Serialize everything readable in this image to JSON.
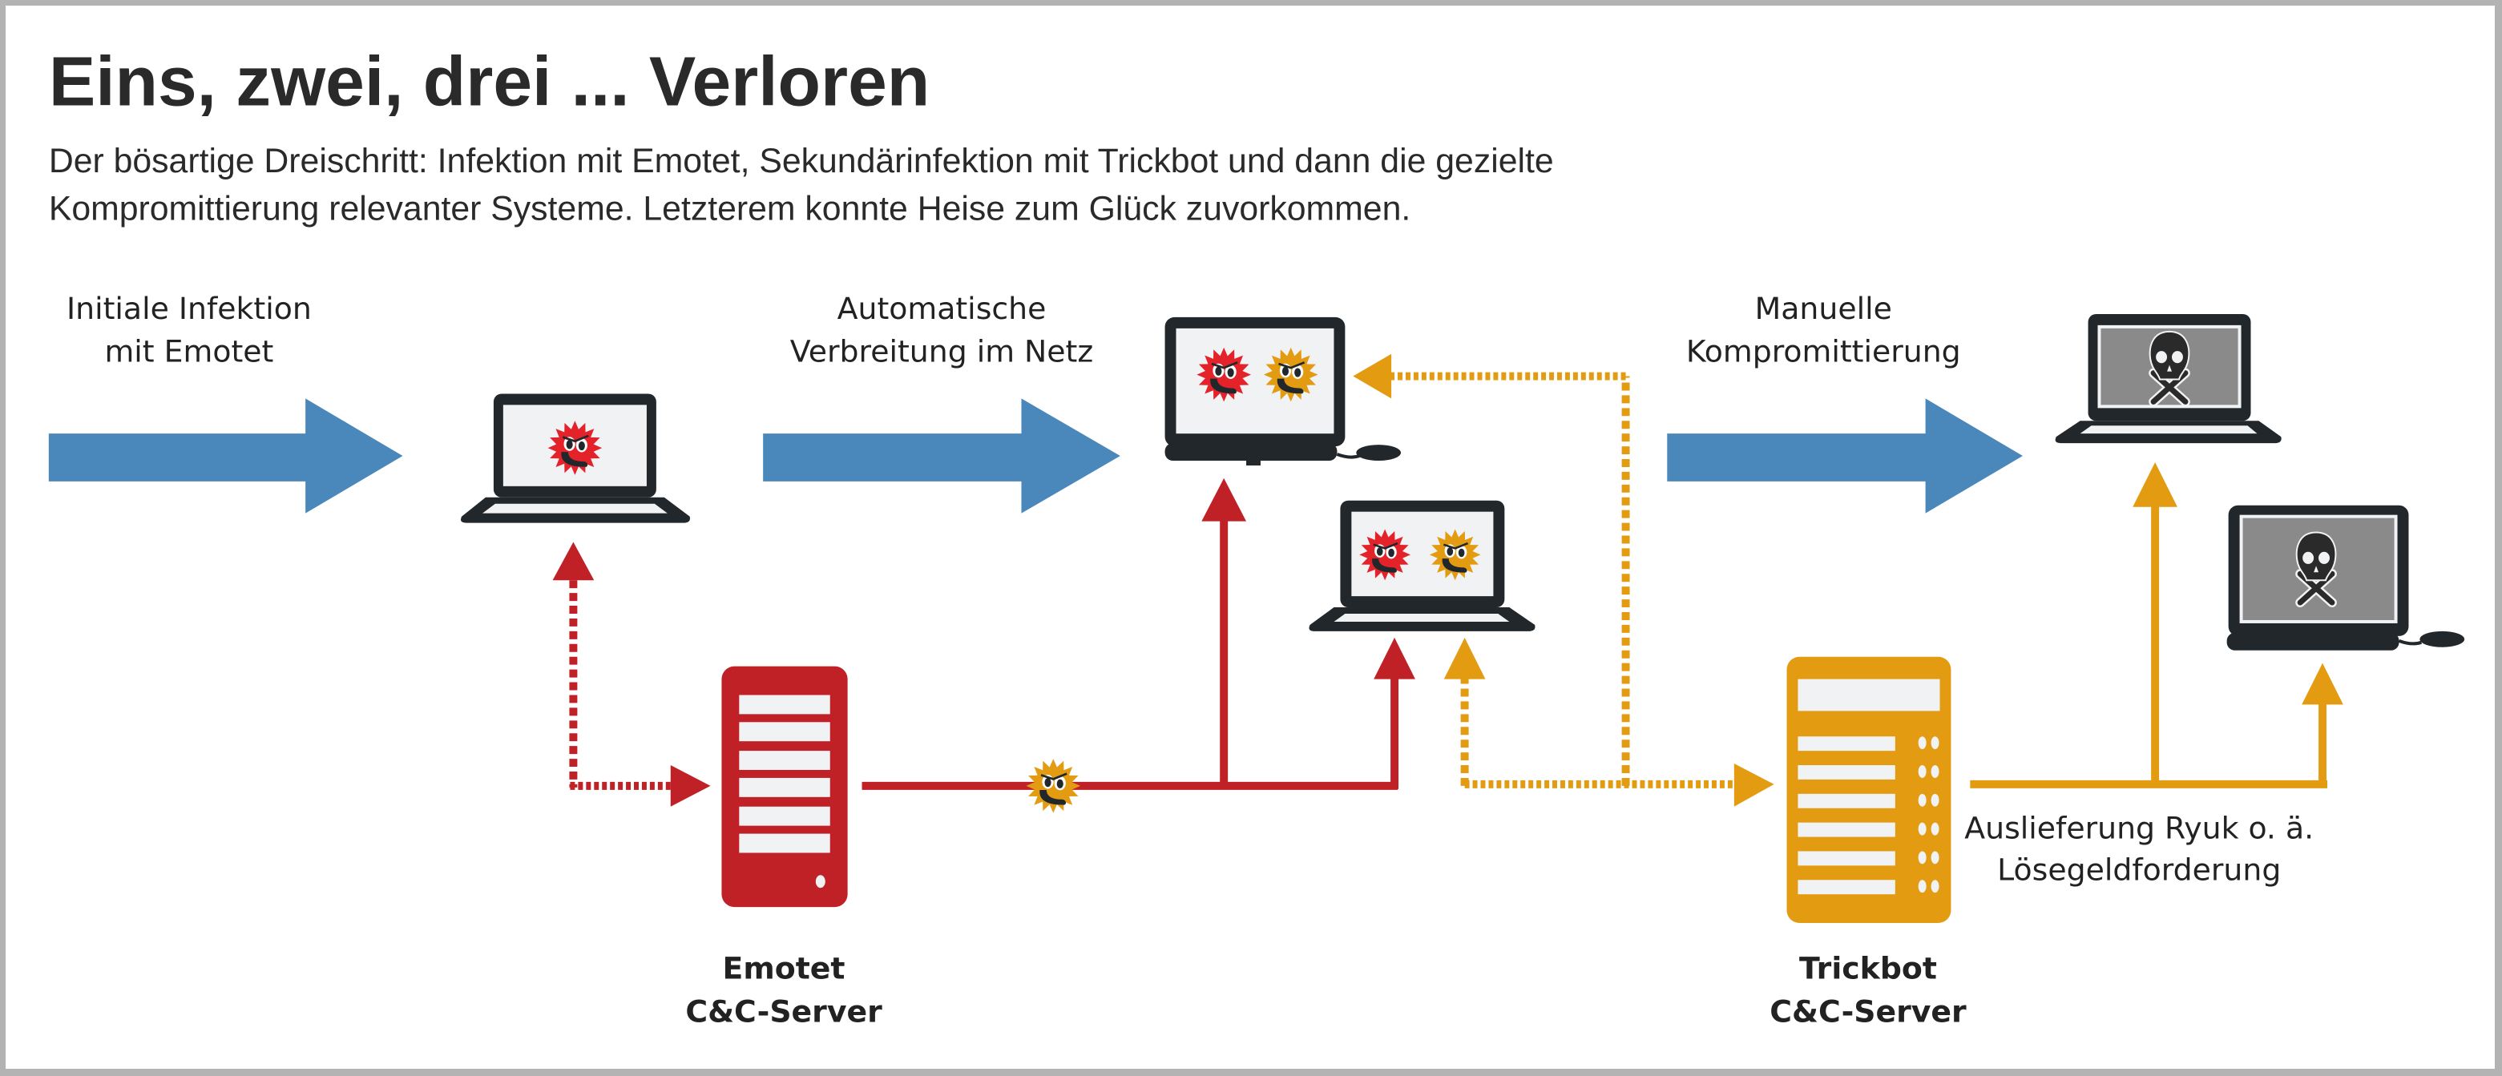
{
  "header": {
    "title": "Eins, zwei, drei ... Verloren",
    "subtitle_lines": [
      "Der bösartige Dreischritt: Infektion mit Emotet, Sekundärinfektion mit Trickbot und dann die gezielte",
      "Kompromittierung relevanter Systeme. Letzterem konnte Heise zum Glück zuvorkommen."
    ]
  },
  "steps": [
    {
      "lines": [
        "Initiale Infektion",
        "mit Emotet"
      ]
    },
    {
      "lines": [
        "Automatische",
        "Verbreitung im Netz"
      ]
    },
    {
      "lines": [
        "Manuelle",
        "Kompromittierung"
      ]
    }
  ],
  "servers": {
    "emotet": {
      "lines": [
        "Emotet",
        "C&C-Server"
      ]
    },
    "trickbot": {
      "lines": [
        "Trickbot",
        "C&C-Server"
      ]
    }
  },
  "delivery_note": {
    "lines": [
      "Auslieferung Ryuk o. ä.",
      "Lösegeldforderung"
    ]
  },
  "icons": {
    "step_arrow": "blue-right-arrow",
    "infected_laptop": "laptop-emotet-icon",
    "infected_desktop": "desktop-emotet-trickbot-icon",
    "compromised_device": "skull-crossbones-icon",
    "emotet_virus": "red-virus-icon",
    "trickbot_virus": "orange-virus-icon",
    "server": "server-icon"
  },
  "colors": {
    "step_arrow": "#4a87bb",
    "emotet": "#c02126",
    "emotet_virus": "#e3222a",
    "trickbot": "#e39c12",
    "device_dark": "#21272a",
    "screen": "#f1f2f4",
    "skull_screen": "#8a8a8a",
    "text": "#222222",
    "frame": "#b3b3b3"
  }
}
